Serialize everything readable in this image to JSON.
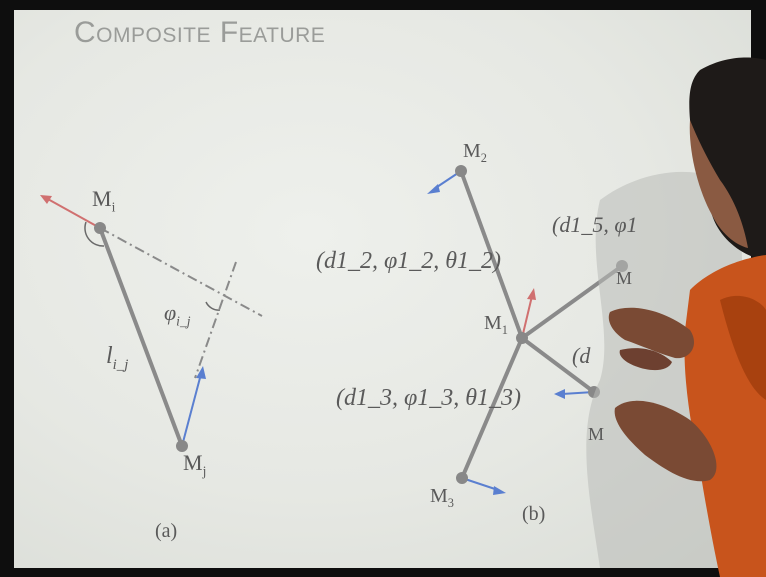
{
  "slide": {
    "title": "Composite Feature",
    "panel_a": {
      "label": "(a)",
      "node_i": "M",
      "node_i_sub": "i",
      "node_j": "M",
      "node_j_sub": "j",
      "length_label": "l",
      "length_sub": "i_j",
      "angle_label": "φ",
      "angle_sub": "i_j"
    },
    "panel_b": {
      "label": "(b)",
      "center": "M",
      "center_sub": "1",
      "top": "M",
      "top_sub": "2",
      "bottom": "M",
      "bottom_sub": "3",
      "right_upper": "M",
      "right_lower": "M",
      "tuple_1_2": "(d1_2, φ1_2, θ1_2)",
      "tuple_1_3": "(d1_3, φ1_3, θ1_3)",
      "tuple_1_5_partial": "(d1_5, φ1",
      "tuple_partial": "(d"
    }
  },
  "colors": {
    "line": "#8a8a8a",
    "node": "#888888",
    "red_arrow": "#d07070",
    "blue_arrow": "#5a7fd0",
    "text": "#5a5a5a"
  }
}
